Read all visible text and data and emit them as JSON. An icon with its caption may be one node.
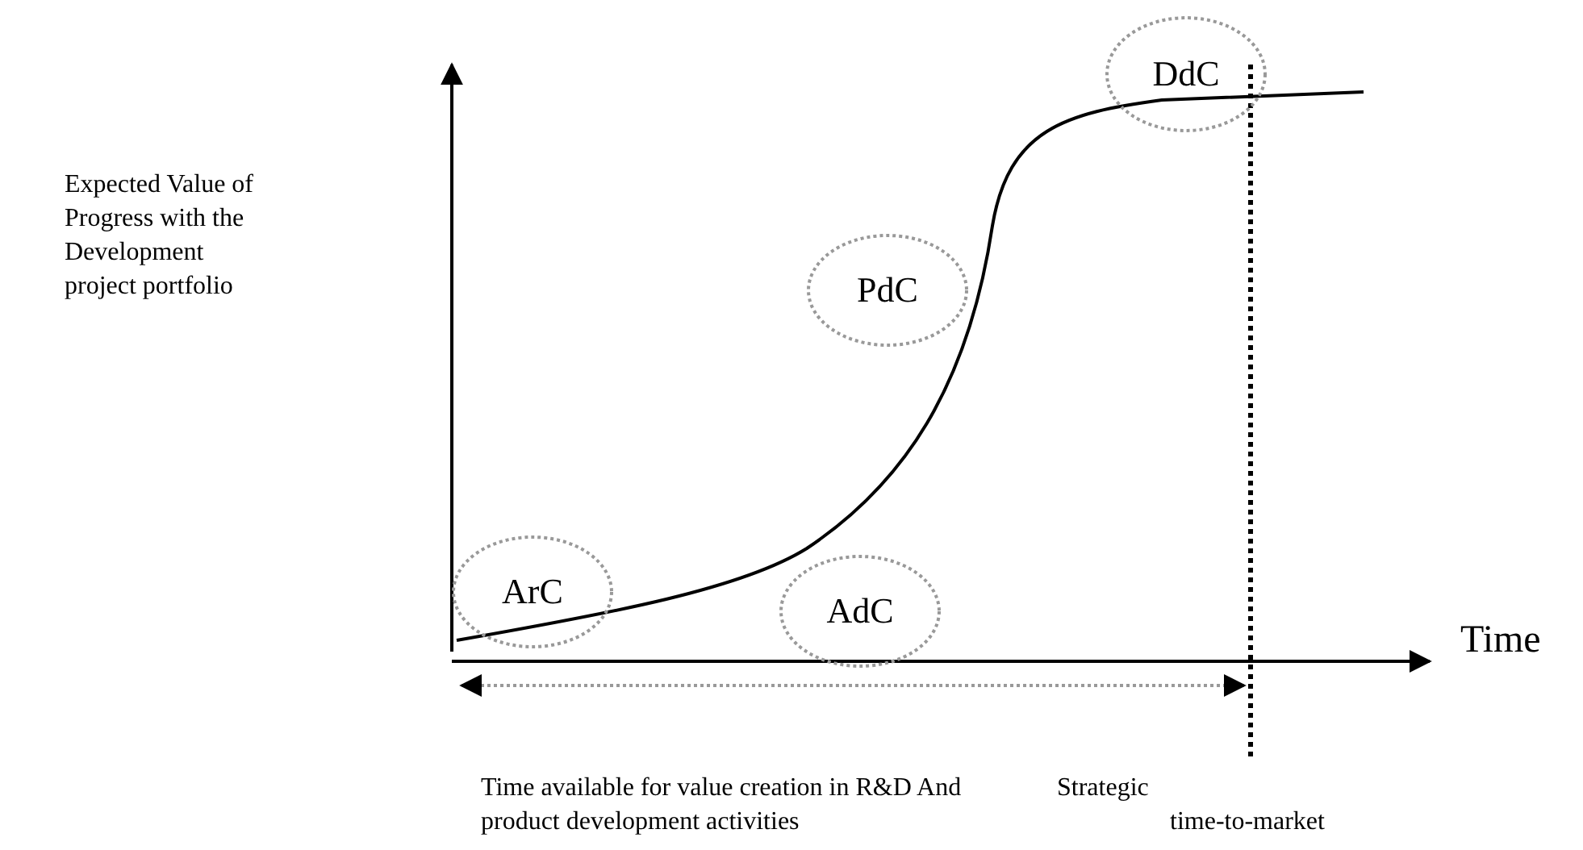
{
  "diagram": {
    "nodes": [
      {
        "text": [
          "ArC"
        ]
      },
      {
        "text": [
          "AdC"
        ]
      },
      {
        "text": [
          "PdC"
        ]
      },
      {
        "text": [
          "DdC"
        ]
      }
    ],
    "labels": [
      "Expected Value of Progress with the Development project portfolio",
      "Time",
      "Time available for value creation in R&D And product development activities",
      "Strategic time-to-market"
    ]
  }
}
